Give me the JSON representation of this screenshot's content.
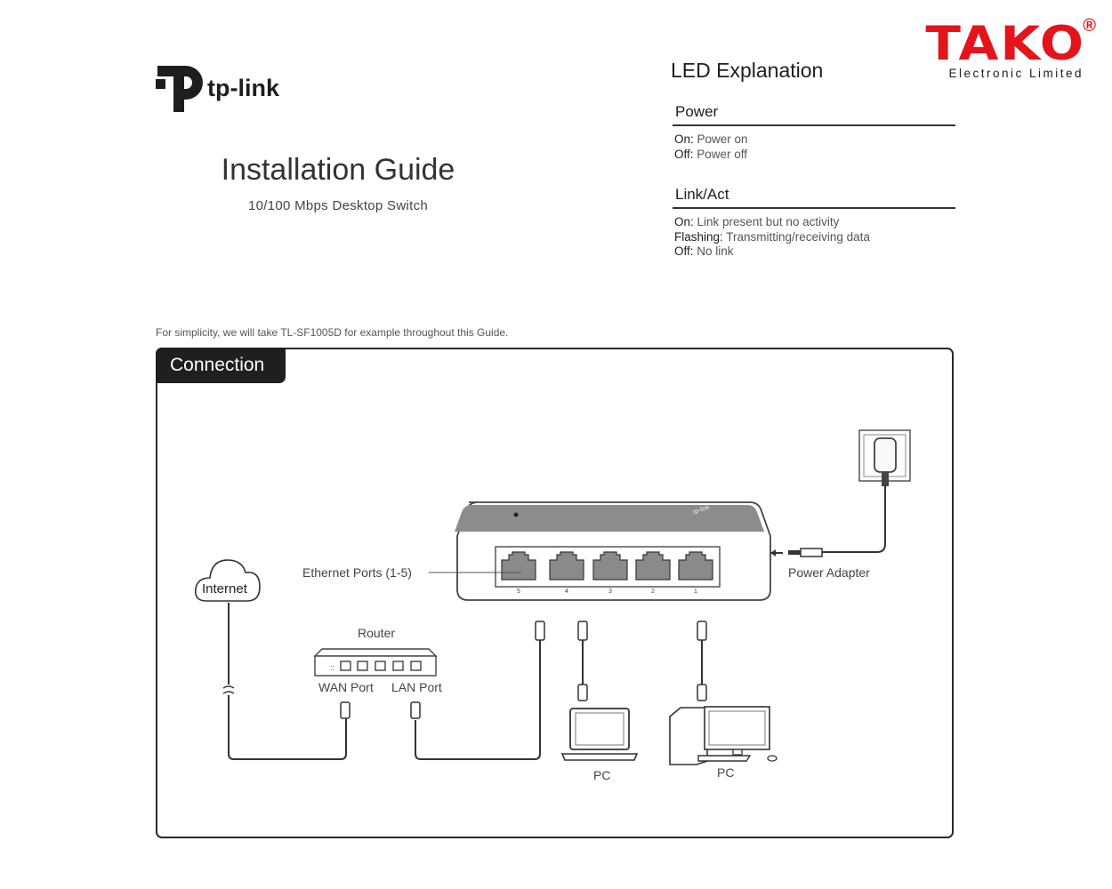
{
  "brand": {
    "name": "tp-link"
  },
  "watermark": {
    "name": "TAKO",
    "registered": "®",
    "subtitle": "Electronic Limited",
    "color": "#e4141b"
  },
  "guide": {
    "title": "Installation Guide",
    "subtitle": "10/100 Mbps Desktop Switch"
  },
  "led": {
    "title": "LED Explanation",
    "sections": [
      {
        "heading": "Power",
        "items": [
          {
            "key": "On:",
            "text": " Power on"
          },
          {
            "key": "Off:",
            "text": " Power off"
          }
        ]
      },
      {
        "heading": "Link/Act",
        "items": [
          {
            "key": "On:",
            "text": " Link present but no activity"
          },
          {
            "key": "Flashing:",
            "text": " Transmitting/receiving data"
          },
          {
            "key": "Off:",
            "text": " No link"
          }
        ]
      }
    ]
  },
  "note": "For simplicity, we will take TL-SF1005D for example throughout this Guide.",
  "connection": {
    "tab": "Connection",
    "labels": {
      "ethernet_ports": "Ethernet Ports (1-5)",
      "power_adapter": "Power Adapter",
      "internet": "Internet",
      "router": "Router",
      "wan_port": "WAN Port",
      "lan_port": "LAN Port",
      "pc_laptop": "PC",
      "pc_desktop": "PC"
    },
    "port_numbers": [
      "5",
      "4",
      "3",
      "2",
      "1"
    ]
  }
}
